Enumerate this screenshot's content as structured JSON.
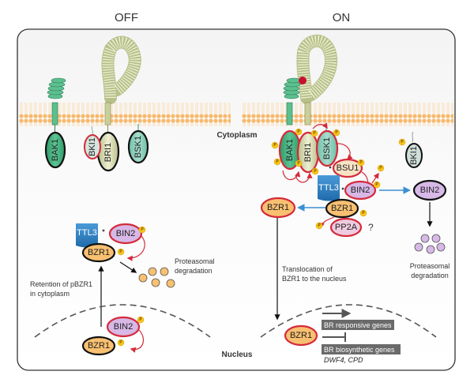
{
  "panels": {
    "off_title": "OFF",
    "on_title": "ON"
  },
  "compartments": {
    "cytoplasm": "Cytoplasm",
    "nucleus": "Nucleus"
  },
  "off": {
    "receptors": [
      "BAK1",
      "BKI1",
      "BRI1",
      "BSK1"
    ],
    "complex": {
      "ttl3": "TTL3",
      "bin2": "BIN2",
      "bzr1": "BZR1"
    },
    "degradation_label_1": "Proteasomal",
    "degradation_label_2": "degradation",
    "retention_label_1": "Retention of pBZR1",
    "retention_label_2": "in cytoplasm",
    "nuclear": {
      "bin2": "BIN2",
      "bzr1": "BZR1"
    }
  },
  "on": {
    "receptors": [
      "BAK1",
      "BRI1",
      "BSK1"
    ],
    "bki1": "BKI1",
    "bsu1": "BSU1",
    "ttl3": "TTL3",
    "bin2": "BIN2",
    "bzr1_complex": "BZR1",
    "bzr1_free": "BZR1",
    "pp2a": "PP2A",
    "question": "?",
    "bin2_free": "BIN2",
    "degradation_label_1": "Proteasomal",
    "degradation_label_2": "degradation",
    "translocation_label_1": "Translocation of",
    "translocation_label_2": "BZR1 to the nucleus",
    "nuclear_bzr1": "BZR1",
    "genes_responsive": "BR responsive genes",
    "genes_biosynthetic": "BR biosynthetic genes",
    "genes_examples": "DWF4, CPD"
  },
  "phospho_label": "P",
  "colors": {
    "membrane": "#f7b565",
    "bak1": "#4cb584",
    "bri1": "#d9dcb2",
    "bsk1": "#8fd0bd",
    "bki1": "#cfe0d8",
    "bin2": "#d7b8e6",
    "bzr1": "#f8c070",
    "bsu1": "#f7e3c4",
    "pp2a": "#efcbe0",
    "ttl3": "#2b7fc4",
    "phospho": "#f5c518",
    "red": "#d42a3a",
    "blue_arrow": "#3a8fd4"
  }
}
